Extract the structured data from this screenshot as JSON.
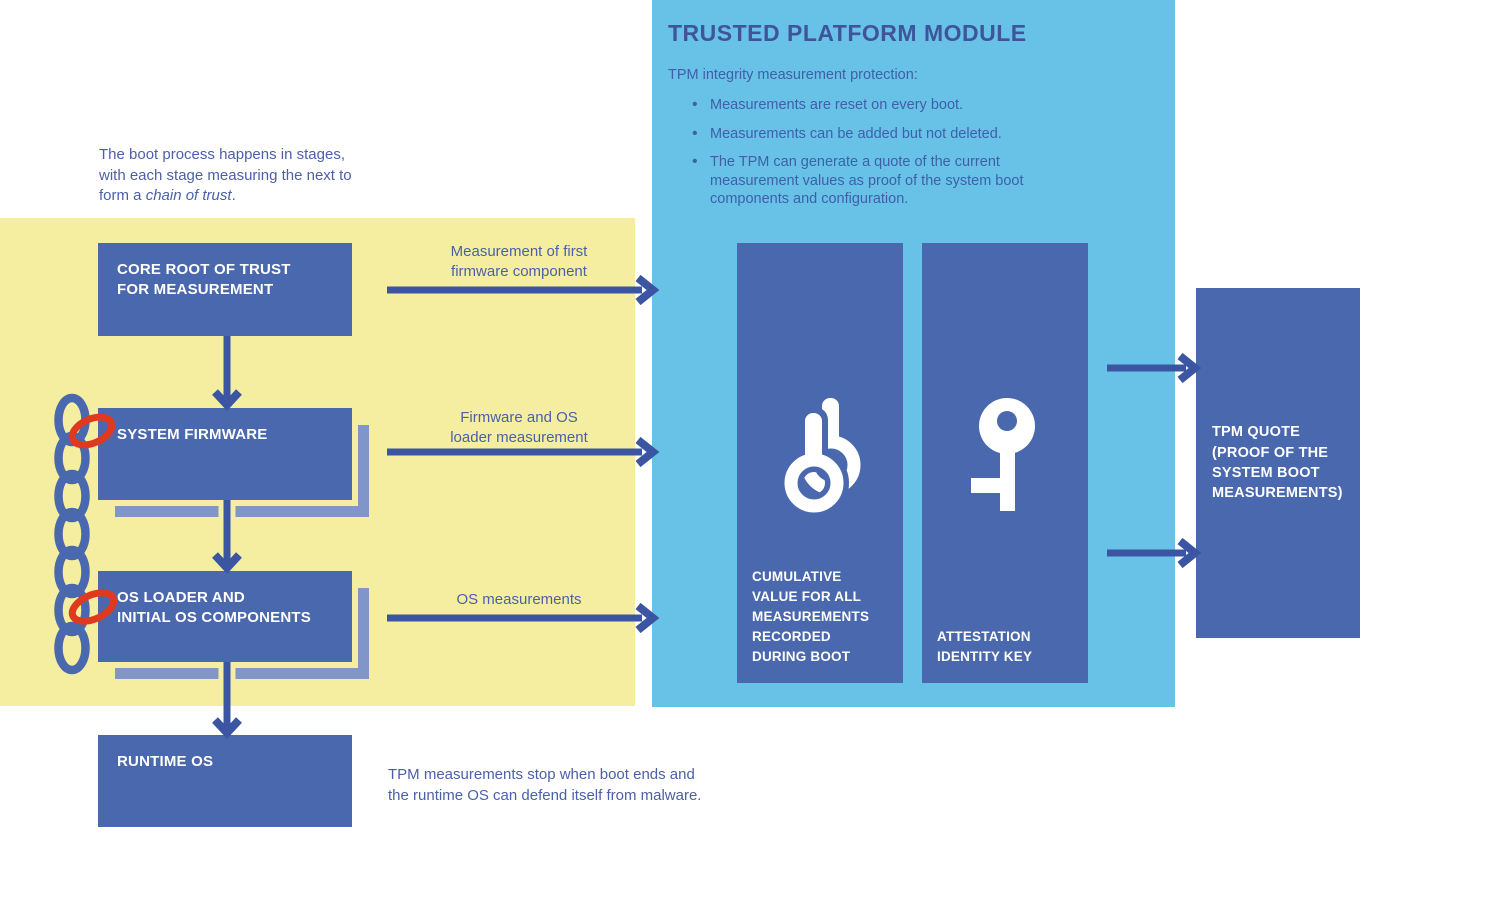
{
  "colors": {
    "yellow_bg": "#f5eea0",
    "tpm_bg": "#68c2e8",
    "box_blue": "#4a68ad",
    "shadow_blue": "#8095c8",
    "arrow_blue": "#3b55a3",
    "heading_text": "#40549c",
    "body_blue": "#3f5fa8",
    "label_blue": "#4c60a8",
    "red_link": "#e03a1e"
  },
  "intro": {
    "text": "The boot process happens in stages,\nwith each stage measuring the next to\nform a ",
    "italic": "chain of trust",
    "suffix": "."
  },
  "boot_stages": [
    {
      "label": "CORE ROOT OF TRUST\nFOR MEASUREMENT"
    },
    {
      "label": "SYSTEM FIRMWARE"
    },
    {
      "label": "OS LOADER AND\nINITIAL OS COMPONENTS"
    },
    {
      "label": "RUNTIME OS"
    }
  ],
  "measurement_arrows": [
    {
      "label": "Measurement of first\nfirmware component"
    },
    {
      "label": "Firmware and OS\nloader measurement"
    },
    {
      "label": "OS measurements"
    }
  ],
  "tpm": {
    "title": "TRUSTED PLATFORM MODULE",
    "subtitle": "TPM integrity measurement protection:",
    "bullets": [
      "Measurements are reset on every boot.",
      "Measurements can be added but not deleted.",
      "The TPM can generate a quote of the current measurement values as proof of the system boot components and configuration."
    ],
    "boxes": [
      {
        "icon": "measurements-stack-icon",
        "label": "CUMULATIVE\nVALUE FOR ALL\nMEASUREMENTS\nRECORDED\nDURING BOOT"
      },
      {
        "icon": "key-icon",
        "label": "ATTESTATION\nIDENTITY KEY"
      }
    ]
  },
  "quote_box": {
    "label": "TPM QUOTE\n(PROOF OF THE\nSYSTEM BOOT\nMEASUREMENTS)"
  },
  "footnote": "TPM measurements stop when boot ends and\nthe runtime OS can defend itself from malware."
}
